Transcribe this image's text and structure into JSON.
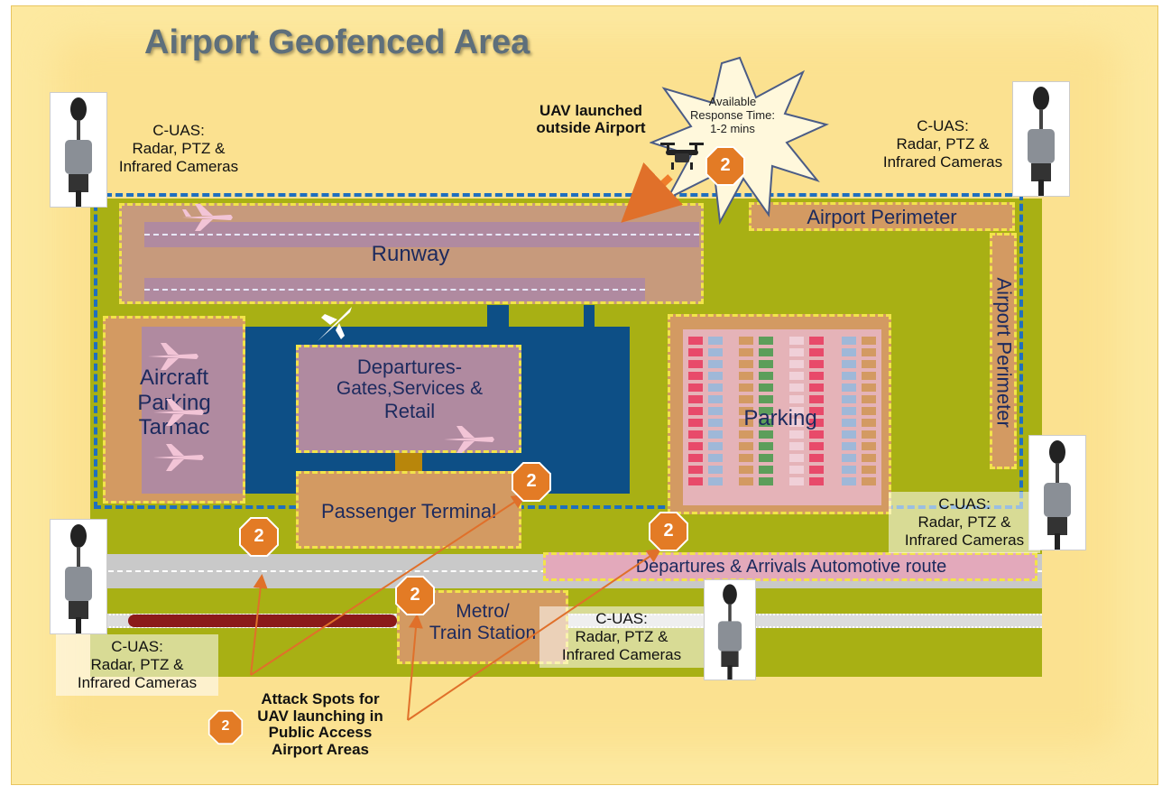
{
  "title": "Airport Geofenced Area",
  "labels": {
    "runway": "Runway",
    "airport_perimeter_top": "Airport Perimeter",
    "airport_perimeter_side": "Airport Perimeter",
    "aircraft_parking_line1": "Aircraft",
    "aircraft_parking_line2": "Parking",
    "aircraft_parking_line3": "Tarmac",
    "departures_line1": "Departures-",
    "departures_line2": "Gates,Services &",
    "departures_line3": "Retail",
    "passenger_terminal": "Passenger Terminal",
    "parking": "Parking",
    "automotive_route": "Departures & Arrivals Automotive route",
    "metro_line1": "Metro/",
    "metro_line2": "Train Station"
  },
  "cuas": [
    {
      "line1": "C-UAS:",
      "line2": "Radar, PTZ &",
      "line3": "Infrared Cameras"
    },
    {
      "line1": "C-UAS:",
      "line2": "Radar, PTZ &",
      "line3": "Infrared Cameras"
    },
    {
      "line1": "C-UAS:",
      "line2": "Radar, PTZ &",
      "line3": "Infrared Cameras"
    },
    {
      "line1": "C-UAS:",
      "line2": "Radar, PTZ &",
      "line3": "Infrared Cameras"
    },
    {
      "line1": "C-UAS:",
      "line2": "Radar, PTZ &",
      "line3": "Infrared Cameras"
    }
  ],
  "uav_outside": {
    "line1": "UAV launched",
    "line2": "outside Airport"
  },
  "response": {
    "line1": "Available",
    "line2": "Response Time:",
    "line3": "1-2 mins"
  },
  "attack": {
    "line1": "Attack Spots for",
    "line2": "UAV launching in",
    "line3": "Public Access",
    "line4": "Airport Areas"
  },
  "marker_number": "2",
  "colors": {
    "background": "#fde9a0",
    "grass": "#a8b014",
    "apron_blue": "#0d4f86",
    "building_orange": "#d39a62",
    "building_purple": "#b08aa0",
    "perimeter_dash_blue": "#1f6fbf",
    "zone_dash_yellow": "#f2e44a",
    "marker_orange": "#e37b25",
    "arrow_orange": "#ef7d2a"
  }
}
